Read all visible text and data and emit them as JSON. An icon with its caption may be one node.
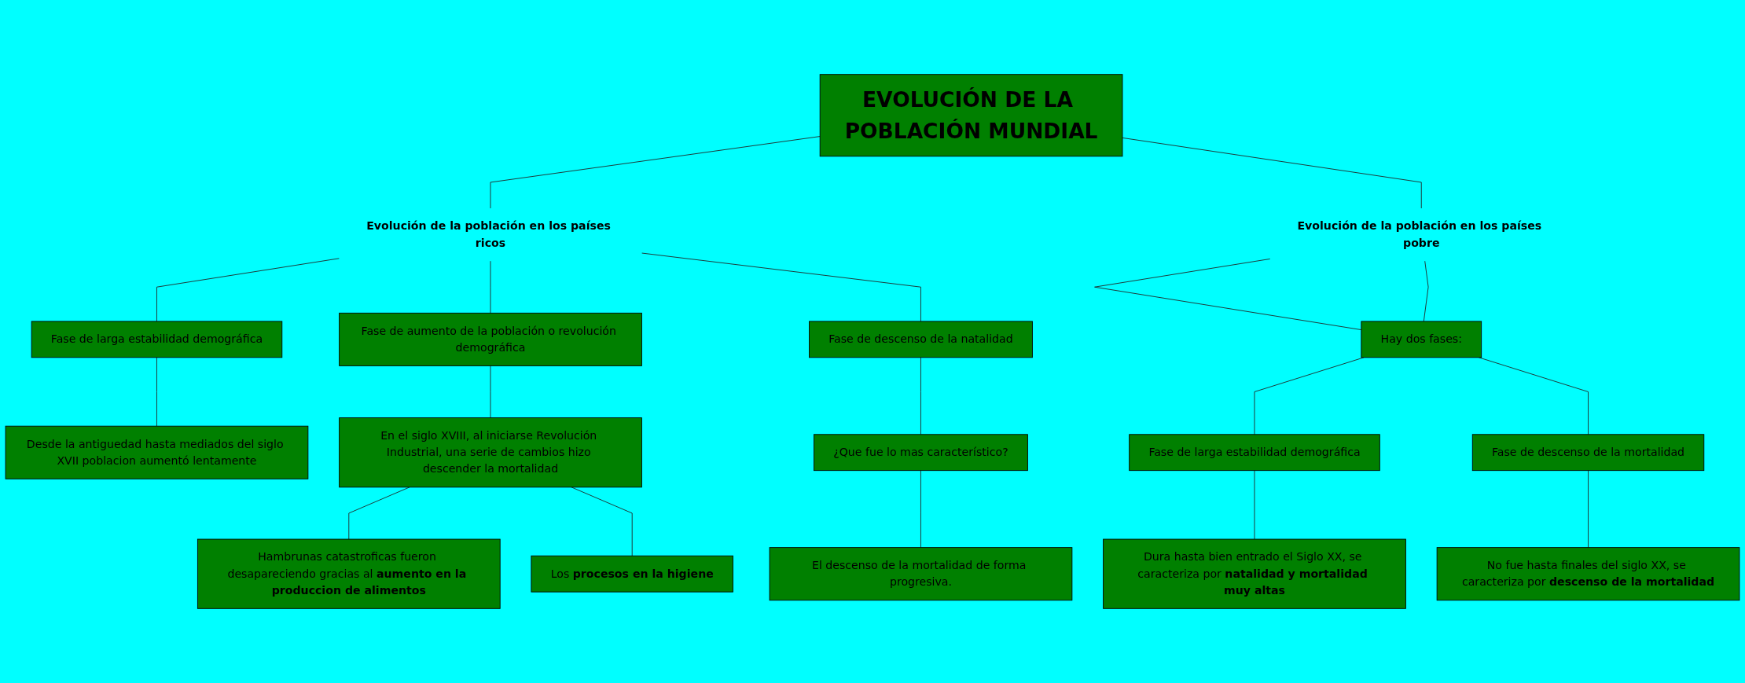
{
  "diagram": {
    "nodes": [
      {
        "text": [
          "EVOLUCIÓN DE LA POBLACIÓN MUNDIAL"
        ]
      },
      {
        "text": [
          "Evolución de la población en los países ricos"
        ]
      },
      {
        "text": [
          "Fase de larga estabilidad demográfica"
        ]
      },
      {
        "text": [
          "Fase de aumento de la población o revolución demográfica"
        ]
      },
      {
        "text": [
          "Fase de descenso de la natalidad"
        ]
      },
      {
        "text": [
          "Desde la antiguedad hasta mediados del siglo XVII poblacion aumentó lentamente"
        ]
      },
      {
        "text": [
          "En el siglo XVIII, al iniciarse Revolución Industrial, una serie de cambios hizo descender la mortalidad"
        ]
      },
      {
        "text": [
          "¿Que fue lo mas característico?"
        ]
      },
      {
        "text": [
          "Hambrunas catastroficas fueron desapareciendo gracias al **aumento en la produccion de alimentos**"
        ]
      },
      {
        "text": [
          "Los **procesos en la higiene**"
        ]
      },
      {
        "text": [
          "El descenso de la mortalidad de forma progresiva."
        ]
      },
      {
        "text": [
          "Evolución de la población en los países pobre"
        ]
      },
      {
        "text": [
          "Hay dos fases:"
        ]
      },
      {
        "text": [
          "Fase de larga estabilidad demográfica"
        ]
      },
      {
        "text": [
          "Fase de descenso de la mortalidad"
        ]
      },
      {
        "text": [
          "Dura hasta bien entrado el Siglo XX, se caracteriza por **natalidad y mortalidad muy altas**"
        ]
      },
      {
        "text": [
          "No fue hasta finales del siglo XX, se caracteriza por **descenso de la mortalidad**"
        ]
      }
    ],
    "edges": [
      {
        "from": 0,
        "to": 1,
        "arrow": "none"
      },
      {
        "from": 1,
        "to": 2,
        "arrow": "none"
      },
      {
        "from": 1,
        "to": 3,
        "arrow": "none"
      },
      {
        "from": 1,
        "to": 4,
        "arrow": "none"
      },
      {
        "from": 2,
        "to": 5,
        "arrow": "none"
      },
      {
        "from": 3,
        "to": 6,
        "arrow": "none"
      },
      {
        "from": 4,
        "to": 7,
        "arrow": "none"
      },
      {
        "from": 6,
        "to": 8,
        "arrow": "none"
      },
      {
        "from": 6,
        "to": 9,
        "arrow": "none"
      },
      {
        "from": 7,
        "to": 10,
        "arrow": "none"
      },
      {
        "from": 0,
        "to": 11,
        "arrow": "none"
      },
      {
        "from": 11,
        "to": 12,
        "arrow": "none"
      },
      {
        "from": 11,
        "to": 12,
        "arrow": "none"
      },
      {
        "from": 12,
        "to": 13,
        "arrow": "none"
      },
      {
        "from": 12,
        "to": 14,
        "arrow": "none"
      },
      {
        "from": 13,
        "to": 15,
        "arrow": "none"
      },
      {
        "from": 14,
        "to": 16,
        "arrow": "none"
      }
    ]
  }
}
